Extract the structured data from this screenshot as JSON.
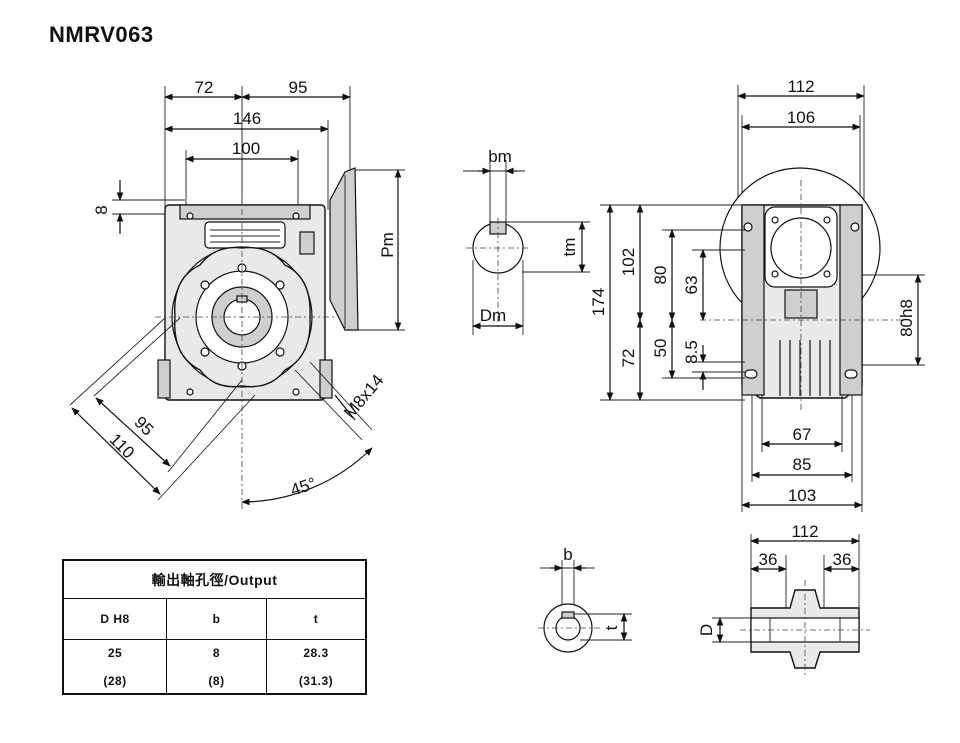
{
  "title": "NMRV063",
  "front_view": {
    "dims": {
      "w72": "72",
      "w95": "95",
      "w146": "146",
      "w100": "100",
      "h8": "8",
      "pm": "Pm",
      "d95": "95",
      "d110": "110",
      "thread": "M8x14",
      "angle": "45°"
    }
  },
  "key_detail_top": {
    "bm": "bm",
    "tm": "tm",
    "dm": "Dm"
  },
  "side_view": {
    "dims": {
      "w112": "112",
      "w106": "106",
      "h102": "102",
      "h80": "80",
      "h63": "63",
      "h174": "174",
      "h72": "72",
      "h50": "50",
      "h85": "8.5",
      "h80h8": "80h8",
      "w67": "67",
      "w85": "85",
      "w103": "103"
    }
  },
  "key_detail_bottom": {
    "b": "b",
    "t": "t"
  },
  "hollow_shaft": {
    "w112": "112",
    "w36a": "36",
    "w36b": "36",
    "d": "D"
  },
  "output_table": {
    "title": "輸出軸孔徑/Output",
    "headers": [
      "D H8",
      "b",
      "t"
    ],
    "rows": [
      [
        "25",
        "8",
        "28.3"
      ],
      [
        "(28)",
        "(8)",
        "(31.3)"
      ]
    ]
  }
}
